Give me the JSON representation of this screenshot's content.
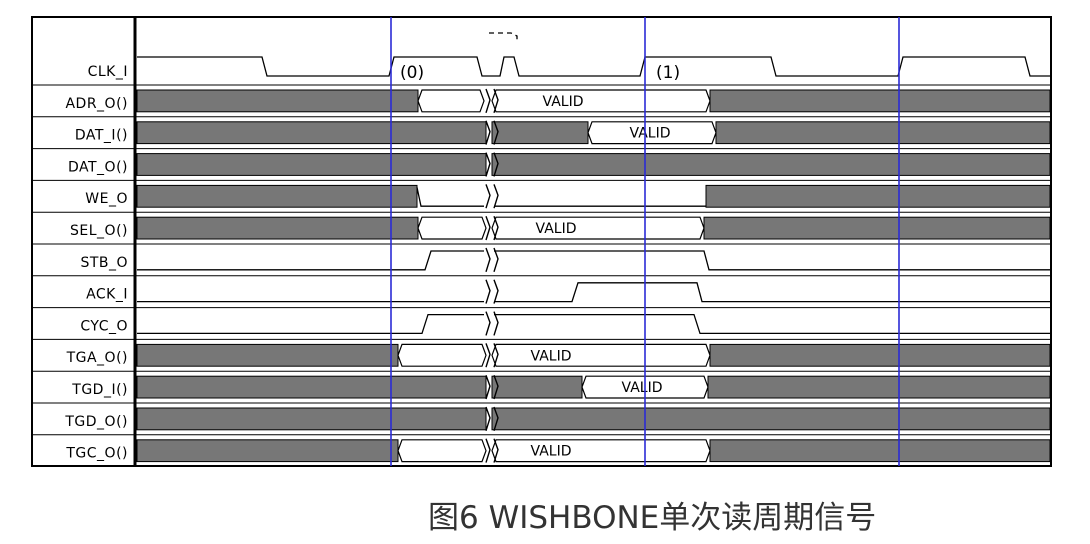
{
  "caption": "图6 WISHBONE单次读周期信号",
  "signals": [
    "CLK_I",
    "ADR_O()",
    "DAT_I()",
    "DAT_O()",
    "WE_O",
    "SEL_O()",
    "STB_O",
    "ACK_I",
    "CYC_O",
    "TGA_O()",
    "TGD_I()",
    "TGD_O()",
    "TGC_O()"
  ],
  "clock_edges": [
    "(0)",
    "(1)"
  ],
  "bus_value_label": "VALID",
  "colors": {
    "fill": "#777777",
    "cursor": "#2b2bd6",
    "grid": "#000000"
  }
}
